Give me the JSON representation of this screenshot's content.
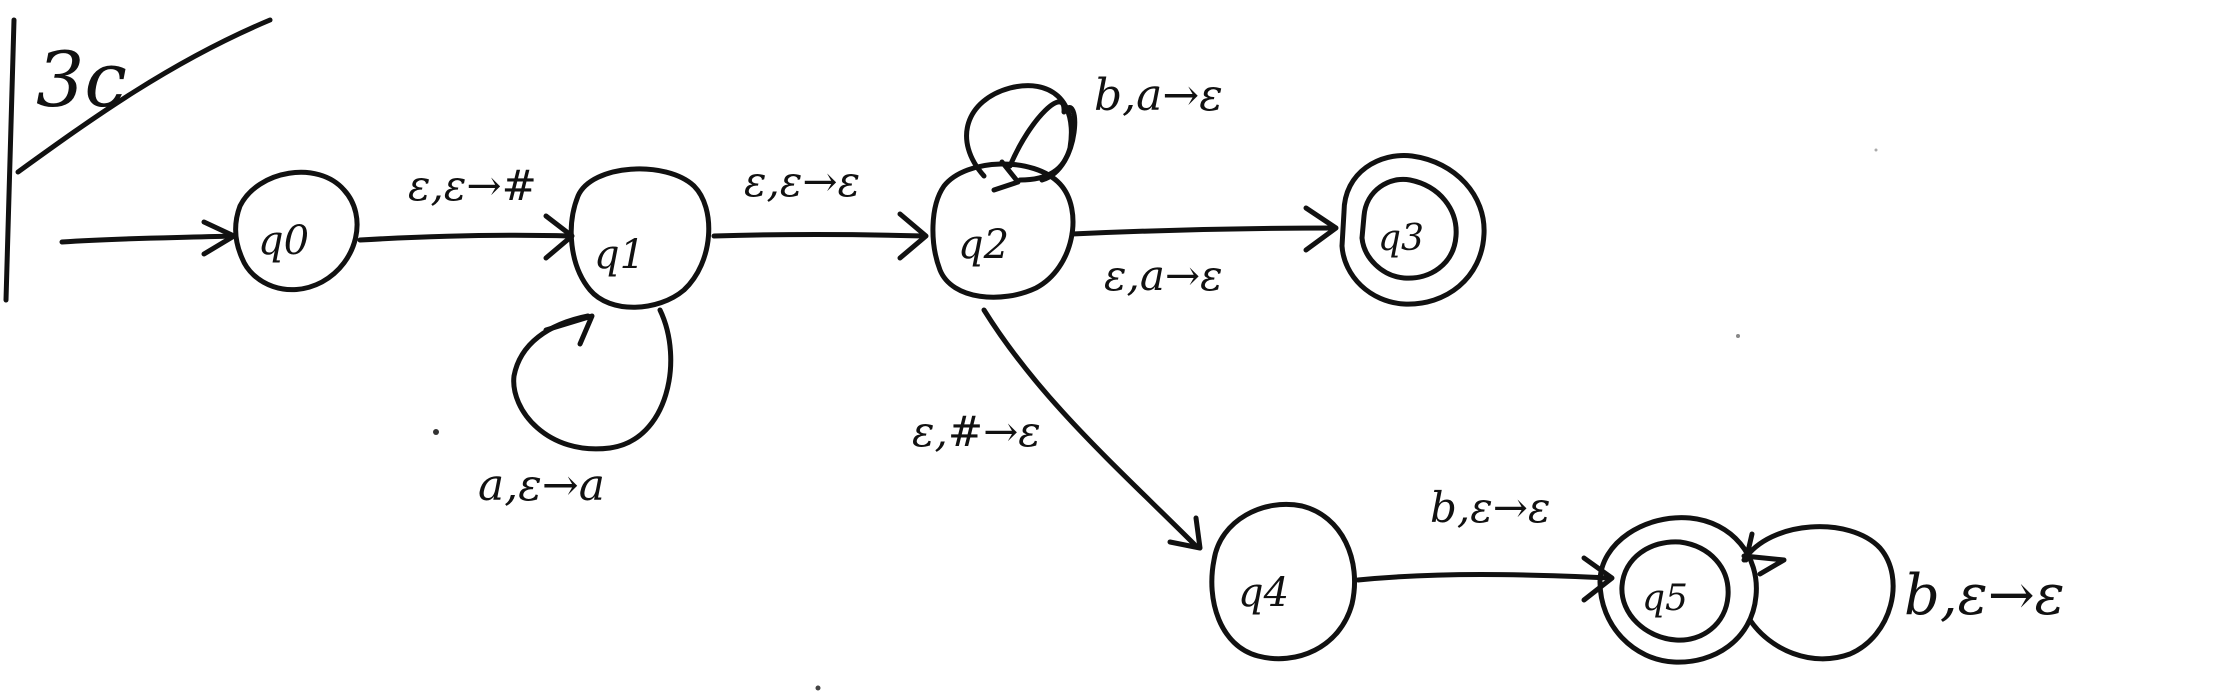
{
  "problem_label": "3c",
  "states": [
    {
      "id": "q0",
      "label": "q0",
      "start": true,
      "accept": false
    },
    {
      "id": "q1",
      "label": "q1",
      "start": false,
      "accept": false
    },
    {
      "id": "q2",
      "label": "q2",
      "start": false,
      "accept": false
    },
    {
      "id": "q3",
      "label": "q3",
      "start": false,
      "accept": true
    },
    {
      "id": "q4",
      "label": "q4",
      "start": false,
      "accept": false
    },
    {
      "id": "q5",
      "label": "q5",
      "start": false,
      "accept": true
    }
  ],
  "transitions": [
    {
      "from": "q0",
      "to": "q1",
      "label": "ε,ε→#"
    },
    {
      "from": "q1",
      "to": "q1",
      "label": "a,ε→a"
    },
    {
      "from": "q1",
      "to": "q2",
      "label": "ε,ε→ε"
    },
    {
      "from": "q2",
      "to": "q2",
      "label": "b,a→ε"
    },
    {
      "from": "q2",
      "to": "q3",
      "label": "ε,a→ε"
    },
    {
      "from": "q2",
      "to": "q4",
      "label": "ε,#→ε"
    },
    {
      "from": "q4",
      "to": "q5",
      "label": "b,ε→ε"
    },
    {
      "from": "q5",
      "to": "q5",
      "label": "b,ε→ε"
    }
  ]
}
